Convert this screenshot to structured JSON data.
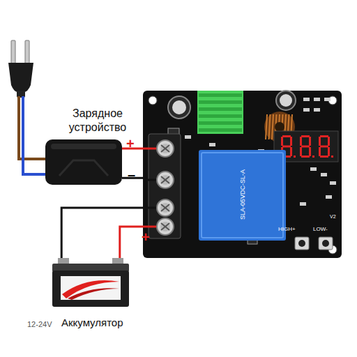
{
  "diagram": {
    "nodes": [
      {
        "text": [
          "Зарядное устройство"
        ]
      },
      {
        "text": [
          "HIGH+",
          "LOW-",
          "V2"
        ]
      },
      {
        "text": [
          "SLA-05VDC-SL-A"
        ],
        "in": 1
      },
      {
        "text": [
          "12-24V",
          "Аккумулятор"
        ]
      }
    ],
    "edges": [
      {
        "from": 0,
        "to": 1,
        "arrow": "none"
      },
      {
        "from": 0,
        "to": 1,
        "arrow": "none"
      },
      {
        "from": 1,
        "to": 3,
        "arrow": "none"
      },
      {
        "from": 1,
        "to": 3,
        "arrow": "none"
      }
    ],
    "labels": [
      "+",
      "–",
      "+"
    ]
  }
}
